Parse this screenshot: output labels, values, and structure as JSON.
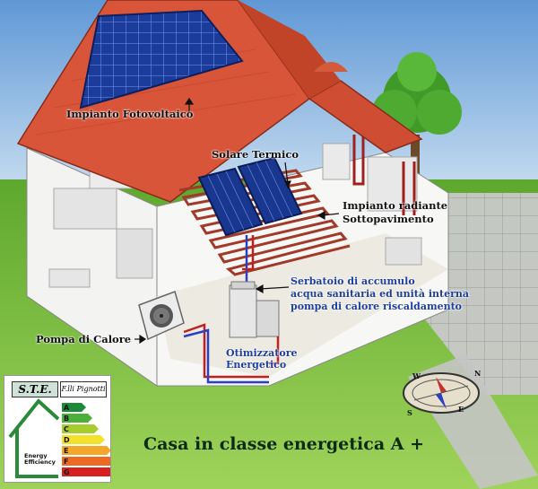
{
  "labels": {
    "fotovoltaico": "Impianto Fotovoltaico",
    "solare_termico": "Solare Termico",
    "radiante_1": "Impianto radiante",
    "radiante_2": "Sottopavimento",
    "serbatoio_1": "Serbatoio di accumulo",
    "serbatoio_2": "acqua sanitaria ed unità interna",
    "serbatoio_3": "pompa di calore riscaldamento",
    "pompa": "Pompa di Calore",
    "otimizzatore_1": "Otimizzatore",
    "otimizzatore_2": "Energetico"
  },
  "title": "Casa in classe energetica A +",
  "logo": {
    "brand": "S.T.E.",
    "name": "F.lli Pignotti",
    "caption_1": "Energy",
    "caption_2": "Efficiency",
    "classes": [
      "A",
      "B",
      "C",
      "D",
      "E",
      "F",
      "G"
    ]
  },
  "compass": [
    "N",
    "E",
    "S",
    "W"
  ],
  "colors": {
    "sky": "#9fc4e6",
    "grass": "#7fbf3f",
    "roof": "#d8553a",
    "solar_panel": "#1c3c9c",
    "blue_text": "#1e3fa0"
  }
}
